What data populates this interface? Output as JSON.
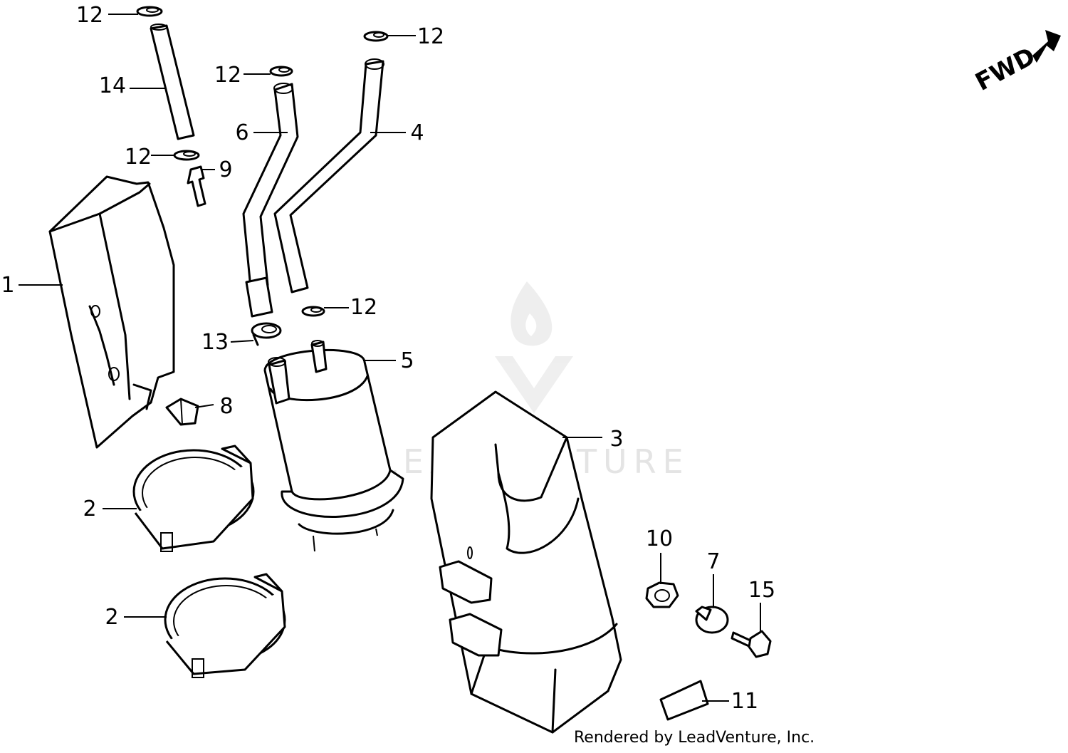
{
  "direction_label": "FWD",
  "credit": "Rendered by LeadVenture, Inc.",
  "watermark": "LEADVENTURE",
  "callouts": [
    {
      "id": "c-12a",
      "label": "12"
    },
    {
      "id": "c-14",
      "label": "14"
    },
    {
      "id": "c-12b",
      "label": "12"
    },
    {
      "id": "c-12c",
      "label": "12"
    },
    {
      "id": "c-6",
      "label": "6"
    },
    {
      "id": "c-4",
      "label": "4"
    },
    {
      "id": "c-12d",
      "label": "12"
    },
    {
      "id": "c-9",
      "label": "9"
    },
    {
      "id": "c-1",
      "label": "1"
    },
    {
      "id": "c-12e",
      "label": "12"
    },
    {
      "id": "c-13",
      "label": "13"
    },
    {
      "id": "c-5",
      "label": "5"
    },
    {
      "id": "c-8",
      "label": "8"
    },
    {
      "id": "c-3",
      "label": "3"
    },
    {
      "id": "c-2a",
      "label": "2"
    },
    {
      "id": "c-2b",
      "label": "2"
    },
    {
      "id": "c-10",
      "label": "10"
    },
    {
      "id": "c-7",
      "label": "7"
    },
    {
      "id": "c-15",
      "label": "15"
    },
    {
      "id": "c-11",
      "label": "11"
    }
  ]
}
